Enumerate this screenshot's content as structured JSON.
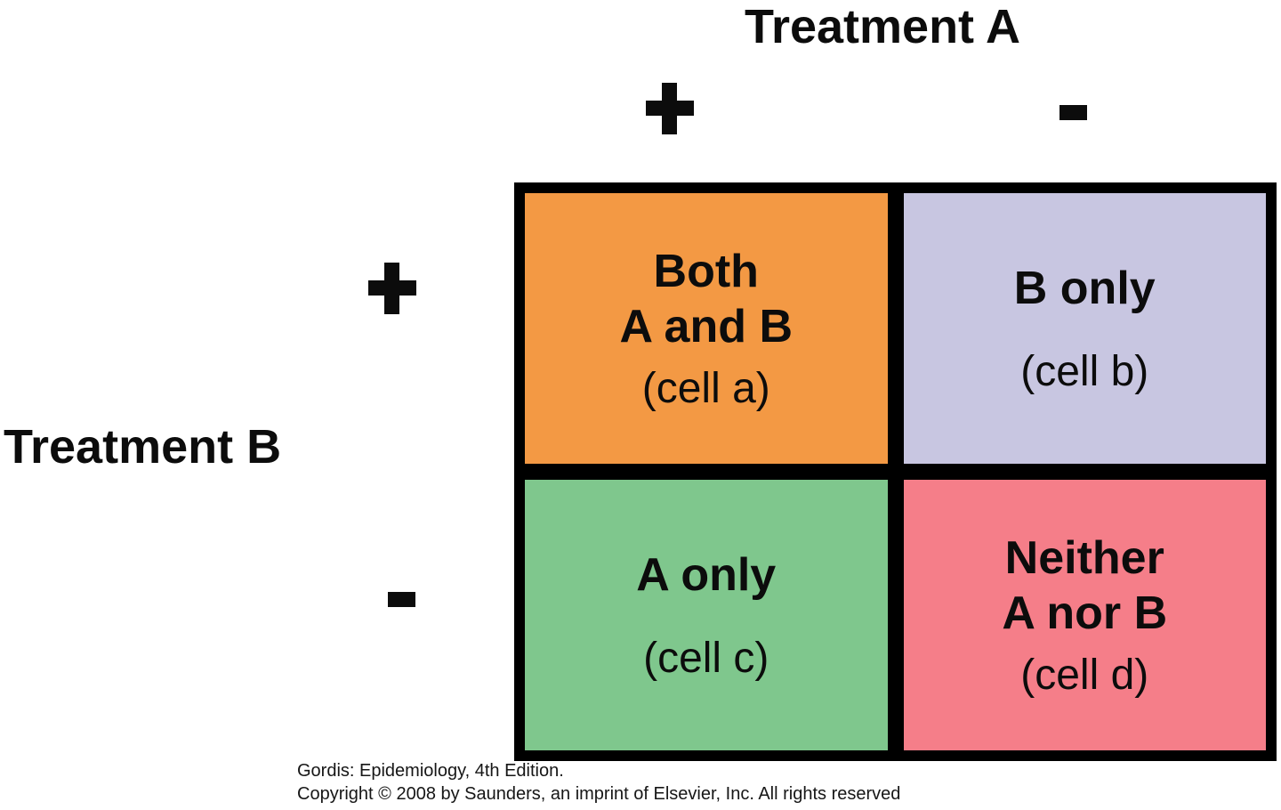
{
  "figure": {
    "col_axis": {
      "label": "Treatment A",
      "positive_sign": "+",
      "negative_sign": "-"
    },
    "row_axis": {
      "label": "Treatment B",
      "positive_sign": "+",
      "negative_sign": "-"
    },
    "cells": {
      "a": {
        "line1": "Both",
        "line2": "A and B",
        "sub": "(cell a)",
        "color": "#F39944",
        "meaning": "Treatment A + / Treatment B +"
      },
      "b": {
        "line1": "B only",
        "line2": "",
        "sub": "(cell b)",
        "color": "#C8C6E1",
        "meaning": "Treatment A - / Treatment B +"
      },
      "c": {
        "line1": "A only",
        "line2": "",
        "sub": "(cell c)",
        "color": "#7FC78D",
        "meaning": "Treatment A + / Treatment B -"
      },
      "d": {
        "line1": "Neither",
        "line2": "A nor B",
        "sub": "(cell d)",
        "color": "#F57E89",
        "meaning": "Treatment A - / Treatment B -"
      }
    },
    "caption": {
      "line1": "Gordis: Epidemiology, 4th Edition.",
      "line2": "Copyright © 2008 by Saunders, an imprint of Elsevier, Inc. All rights reserved"
    },
    "colors": {
      "grid_border": "#000000",
      "text": "#0c0c0c",
      "background": "#ffffff"
    }
  }
}
